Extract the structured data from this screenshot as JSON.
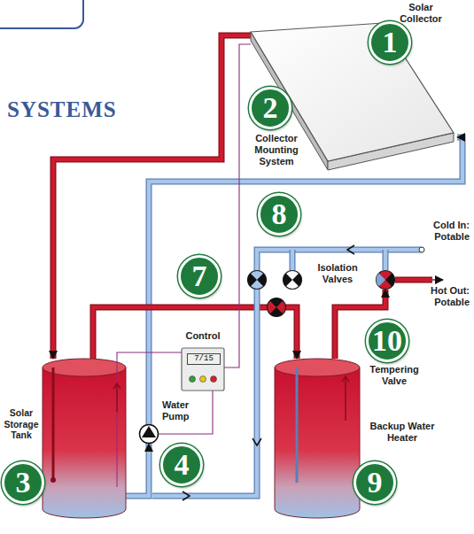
{
  "diagram": {
    "title": "SYSTEMS",
    "nodes": [
      {
        "text": [
          "Solar Collector"
        ]
      },
      {
        "text": [
          "Solar Storage Tank"
        ]
      },
      {
        "text": [
          "Water Pump"
        ]
      },
      {
        "text": [
          "Control",
          "7/15"
        ]
      },
      {
        "text": [
          "Backup Water Heater"
        ]
      },
      {
        "text": [
          "Tempering Valve"
        ]
      }
    ],
    "edges": [
      {
        "from": 0,
        "to": 1,
        "arrow": "to"
      },
      {
        "from": 2,
        "to": 0,
        "arrow": "to"
      },
      {
        "from": 1,
        "to": 2,
        "arrow": "to"
      },
      {
        "from": 1,
        "to": 4,
        "arrow": "to"
      },
      {
        "from": 4,
        "to": 5,
        "arrow": "to"
      },
      {
        "from": 3,
        "to": 2,
        "arrow": "none"
      },
      {
        "from": 3,
        "to": 1,
        "arrow": "none"
      },
      {
        "from": 3,
        "to": 0,
        "arrow": "none"
      }
    ],
    "labels": [
      "1",
      "2",
      "Collector Mounting System",
      "8",
      "Cold In: Potable",
      "7",
      "Isolation Valves",
      "Hot Out: Potable",
      "10",
      "3",
      "4",
      "9"
    ]
  }
}
